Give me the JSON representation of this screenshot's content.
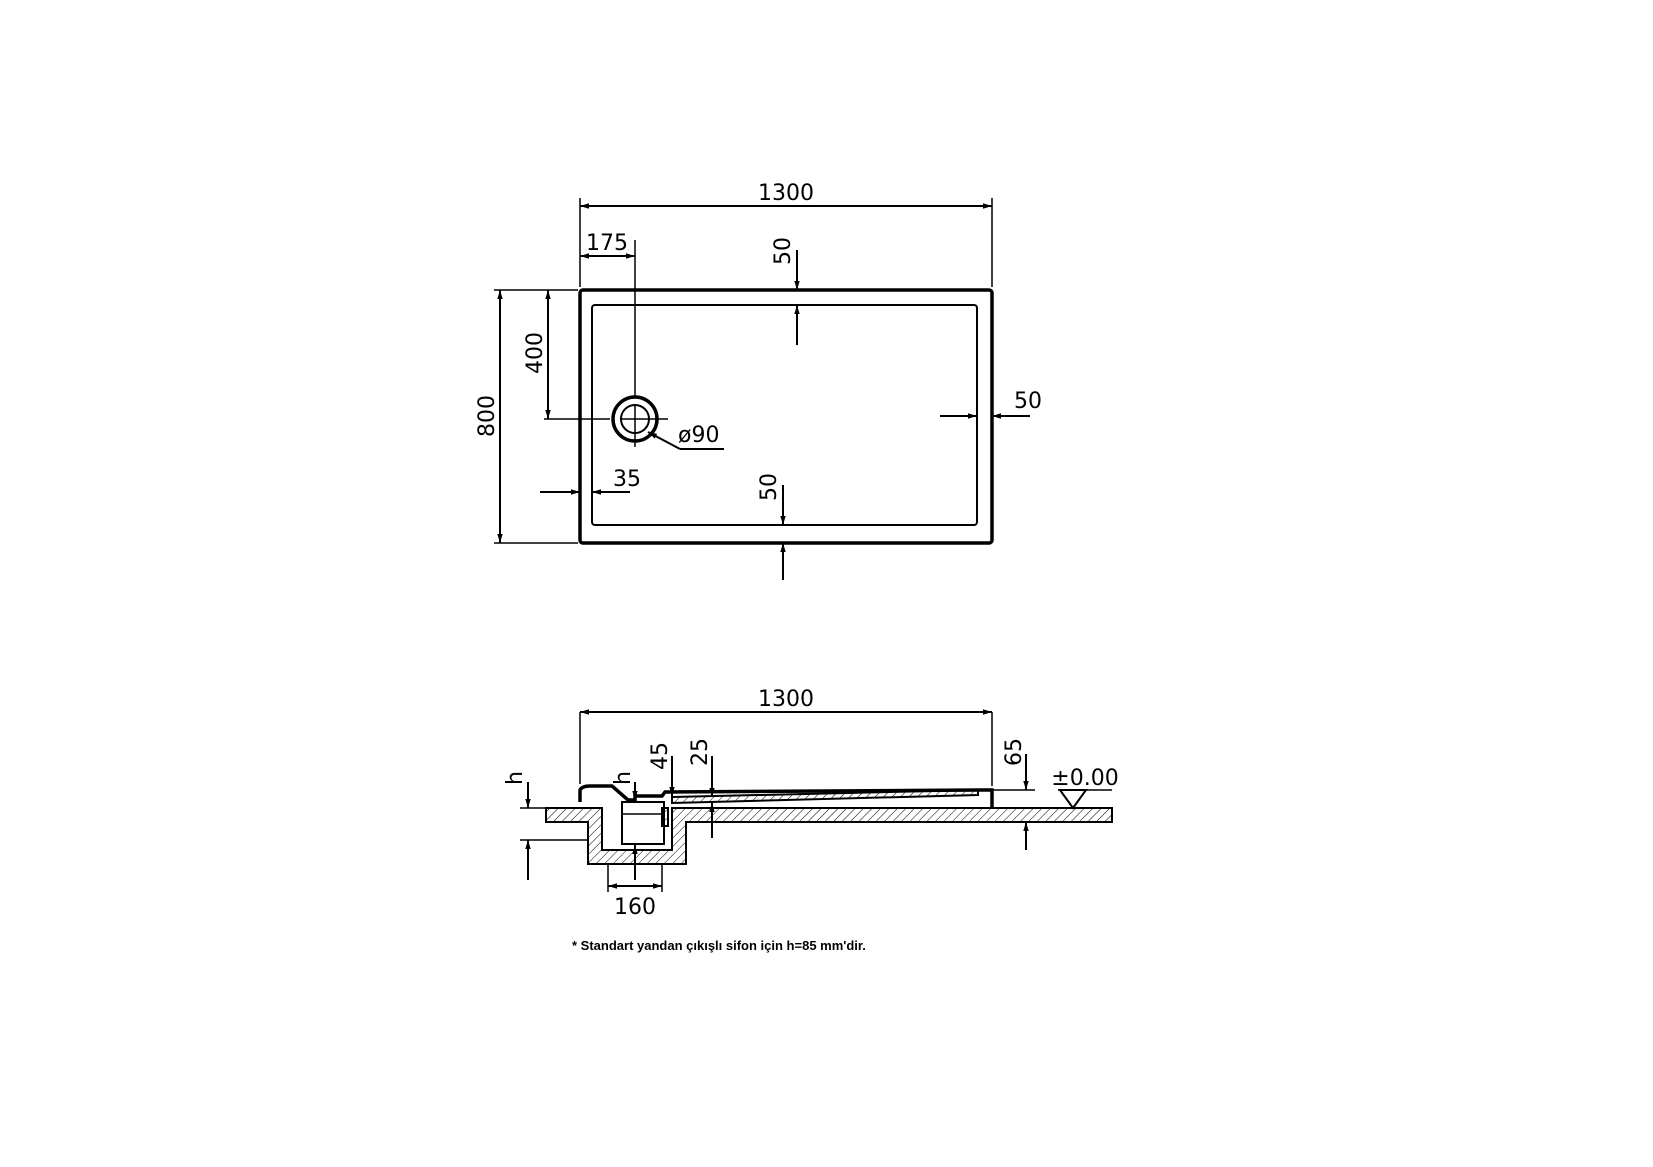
{
  "plan_view": {
    "width_label": "1300",
    "height_label": "800",
    "drain_x_offset_label": "175",
    "drain_y_offset_label": "400",
    "drain_diameter_label": "ø90",
    "rim_top_label": "50",
    "rim_right_label": "50",
    "rim_bottom_label": "50",
    "rim_left_label": "35"
  },
  "section_view": {
    "width_label": "1300",
    "h_left_label": "h",
    "h_drain_label": "h",
    "depth_45_label": "45",
    "depth_25_label": "25",
    "height_65_label": "65",
    "level_label": "±0.00",
    "drain_width_label": "160"
  },
  "note": {
    "text": "* Standart yandan çıkışlı sifon için h=85 mm'dir."
  }
}
